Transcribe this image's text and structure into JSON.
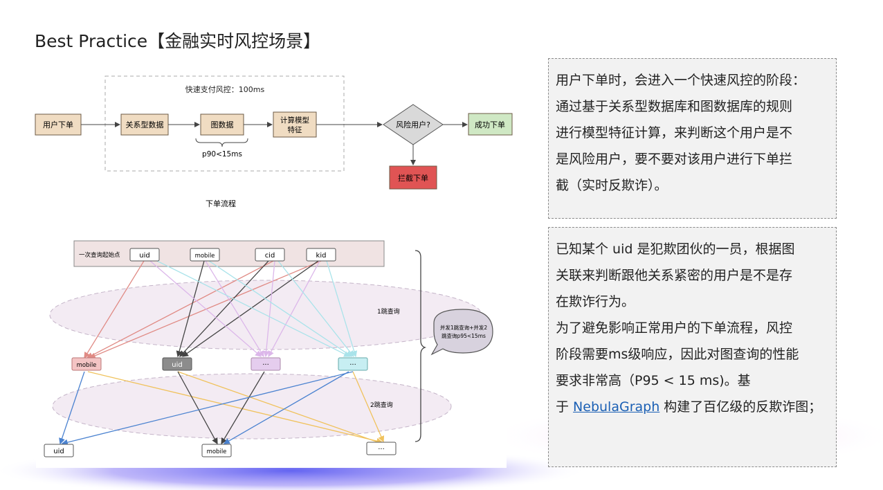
{
  "title": "Best Practice【金融实时风控场景】",
  "flow": {
    "box_label": "快速支付风控：100ms",
    "nodes": {
      "user_order": "用户下单",
      "relational": "关系型数据",
      "graph": "图数据",
      "compute_1": "计算模型",
      "compute_2": "特征",
      "risk": "风险用户?",
      "success": "成功下单",
      "block": "拦截下单"
    },
    "latency": "p90<15ms",
    "caption": "下单流程"
  },
  "graph_query": {
    "start_label": "一次查询起始点",
    "top_nodes": [
      "uid",
      "mobile",
      "cid",
      "kid"
    ],
    "hop1_label": "1跳查询",
    "mid_nodes": [
      "mobile",
      "uid",
      "···",
      "···"
    ],
    "hop2_label": "2跳查询",
    "bottom_nodes": [
      "uid",
      "mobile",
      "···"
    ],
    "bubble_line1": "并发1跳查询+并发2",
    "bubble_line2": "跳查询p95<15ms"
  },
  "note1": {
    "lines": [
      "用户下单时，会进入一个快速风控的阶段：",
      "通过基于关系型数据库和图数据库的规则",
      "进行模型特征计算，来判断这个用户是不",
      "是风险用户，要不要对该用户进行下单拦",
      "截（实时反欺诈）。"
    ]
  },
  "note2": {
    "lines": [
      "已知某个 uid 是犯欺团伙的一员，根据图",
      "关联来判断跟他关系紧密的用户是不是存",
      "在欺诈行为。",
      "为了避免影响正常用户的下单流程，风控",
      "阶段需要ms级响应，因此对图查询的性能",
      "要求非常高（P95 < 15 ms)。基"
    ],
    "last_prefix": "于 ",
    "link_text": "NebulaGraph",
    "last_suffix": " 构建了百亿级的反欺诈图；"
  },
  "colors": {
    "flow_node": "#f0dcc2",
    "flow_border": "#6b5a44",
    "success": "#cfe8c4",
    "block": "#e05454",
    "risk": "#d9d9d9",
    "mobile_node": "#f4c4c4",
    "uid_node": "#8c8c8c",
    "purple_node": "#e5cdee",
    "cyan_node": "#c7eef2",
    "edge_red": "#e08a84",
    "edge_dark": "#444444",
    "edge_purple": "#dcb7ea",
    "edge_cyan": "#a9e3ea",
    "edge_yellow": "#f0c25c",
    "edge_blue": "#4a82d0"
  }
}
